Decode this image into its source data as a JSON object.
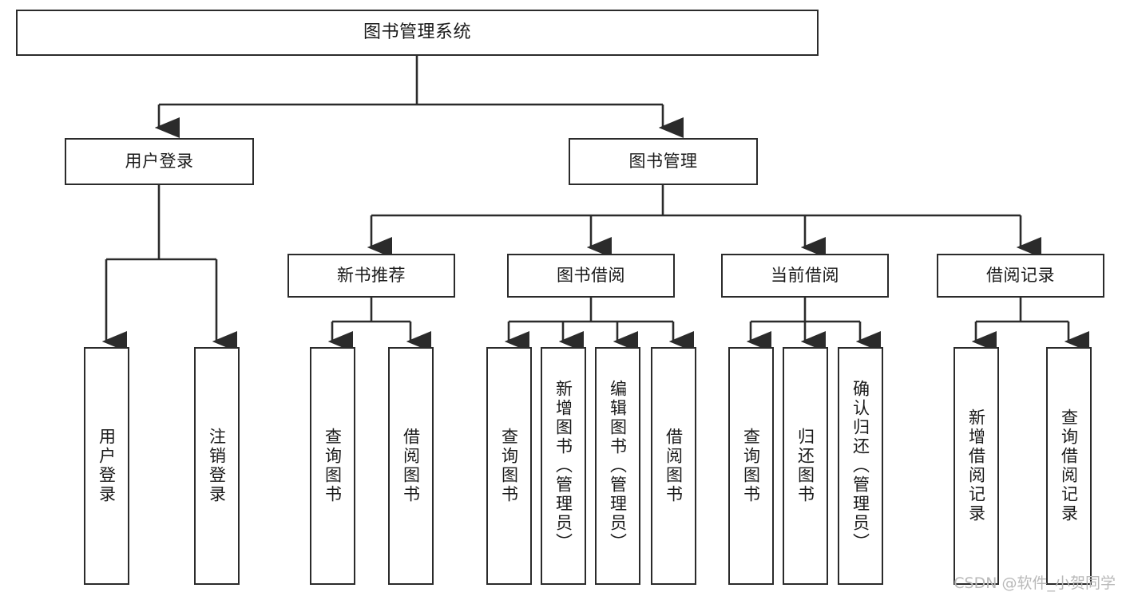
{
  "diagram": {
    "type": "tree",
    "title": "图书管理系统",
    "orientation": "top-down",
    "colors": {
      "box_border": "#2b2b2b",
      "box_fill": "#ffffff",
      "edge": "#2b2b2b",
      "text": "#1a1a1a",
      "watermark": "#b9b9b9",
      "background": "#ffffff"
    }
  },
  "nodes": {
    "root": {
      "label": "图书管理系统",
      "level": 0
    },
    "level1": [
      {
        "id": "user-login",
        "label": "用户登录"
      },
      {
        "id": "book-manage",
        "label": "图书管理"
      }
    ],
    "level2": [
      {
        "id": "new-book-recommend",
        "label": "新书推荐",
        "parent": "book-manage"
      },
      {
        "id": "book-borrow",
        "label": "图书借阅",
        "parent": "book-manage"
      },
      {
        "id": "current-borrow",
        "label": "当前借阅",
        "parent": "book-manage"
      },
      {
        "id": "borrow-record",
        "label": "借阅记录",
        "parent": "book-manage"
      }
    ],
    "leaves": [
      {
        "id": "leaf-user-login",
        "label": "用户登录",
        "parent": "user-login"
      },
      {
        "id": "leaf-user-logout",
        "label": "注销登录",
        "parent": "user-login"
      },
      {
        "id": "leaf-query-book-1",
        "label": "查询图书",
        "parent": "new-book-recommend"
      },
      {
        "id": "leaf-borrow-book-1",
        "label": "借阅图书",
        "parent": "new-book-recommend"
      },
      {
        "id": "leaf-query-book-2",
        "label": "查询图书",
        "parent": "book-borrow"
      },
      {
        "id": "leaf-add-book",
        "label": "新增图书（管理员）",
        "parent": "book-borrow"
      },
      {
        "id": "leaf-edit-book",
        "label": "编辑图书（管理员）",
        "parent": "book-borrow"
      },
      {
        "id": "leaf-borrow-book-2",
        "label": "借阅图书",
        "parent": "book-borrow"
      },
      {
        "id": "leaf-query-book-3",
        "label": "查询图书",
        "parent": "current-borrow"
      },
      {
        "id": "leaf-return-book",
        "label": "归还图书",
        "parent": "current-borrow"
      },
      {
        "id": "leaf-confirm-return",
        "label": "确认归还（管理员）",
        "parent": "current-borrow"
      },
      {
        "id": "leaf-add-record",
        "label": "新增借阅记录",
        "parent": "borrow-record"
      },
      {
        "id": "leaf-query-record",
        "label": "查询借阅记录",
        "parent": "borrow-record"
      }
    ]
  },
  "watermark": {
    "text": "CSDN @软件_小贺同学"
  }
}
